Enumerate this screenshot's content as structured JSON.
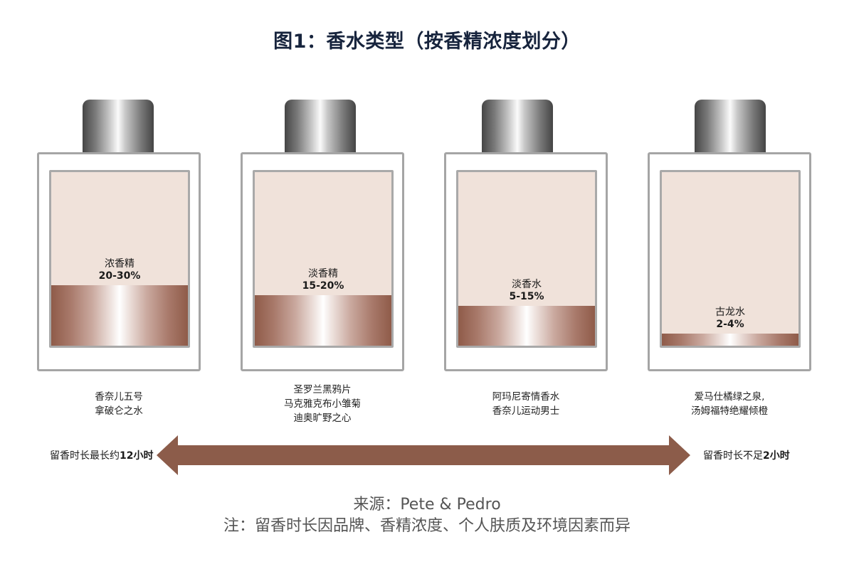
{
  "title": "图1：香水类型（按香精浓度划分）",
  "colors": {
    "title": "#17243d",
    "arrow": "#8c5c4a",
    "bottle_liquid_bg": "#f0e2da",
    "bottle_border": "#a5a5a5"
  },
  "bottles": [
    {
      "type": "浓香精",
      "concentration": "20-30%",
      "fill_percent": 35,
      "examples": [
        "香奈儿五号",
        "拿破仑之水"
      ]
    },
    {
      "type": "淡香精",
      "concentration": "15-20%",
      "fill_percent": 29,
      "examples": [
        "圣罗兰黑鸦片",
        "马克雅克布小雏菊",
        "迪奥旷野之心"
      ]
    },
    {
      "type": "淡香水",
      "concentration": "5-15%",
      "fill_percent": 23,
      "examples": [
        "阿玛尼寄情香水",
        "香奈儿运动男士"
      ]
    },
    {
      "type": "古龙水",
      "concentration": "2-4%",
      "fill_percent": 7,
      "examples": [
        "爱马仕橘绿之泉,",
        "汤姆福特绝耀倾橙"
      ]
    }
  ],
  "arrow": {
    "left_label_prefix": "留香时长最长约",
    "left_label_bold": "12小时",
    "right_label_prefix": "留香时长不足",
    "right_label_bold": "2小时"
  },
  "footer": {
    "source": "来源：Pete & Pedro",
    "note": "注：留香时长因品牌、香精浓度、个人肤质及环境因素而异"
  }
}
